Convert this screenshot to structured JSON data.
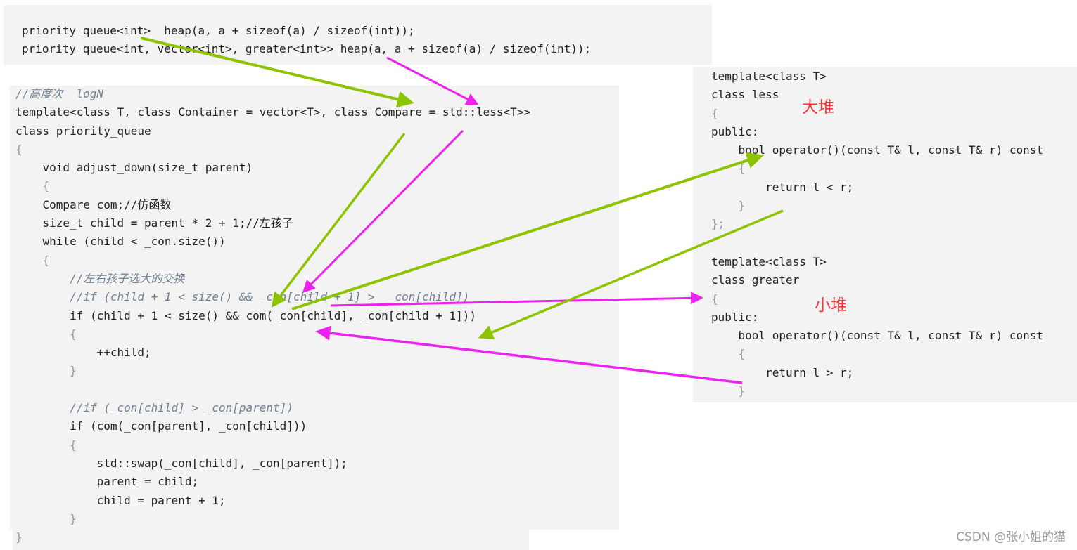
{
  "top_snippet": [
    "priority_queue<int>  heap(a, a + sizeof(a) / sizeof(int));",
    "priority_queue<int, vector<int>, greater<int>> heap(a, a + sizeof(a) / sizeof(int));"
  ],
  "main_code": [
    "//高度次  logN",
    "template<class T, class Container = vector<T>, class Compare = std::less<T>>",
    "class priority_queue",
    "{",
    "    void adjust_down(size_t parent)",
    "    {",
    "    Compare com;//仿函数",
    "    size_t child = parent * 2 + 1;//左孩子",
    "    while (child < _con.size())",
    "    {",
    "        //左右孩子选大的交换",
    "        //if (child + 1 < size() && _con[child + 1] >  _con[child])",
    "        if (child + 1 < size() && com(_con[child], _con[child + 1]))",
    "        {",
    "            ++child;",
    "        }",
    "",
    "        //if (_con[child] > _con[parent])",
    "        if (com(_con[parent], _con[child]))",
    "        {",
    "            std::swap(_con[child], _con[parent]);",
    "            parent = child;",
    "            child = parent + 1;",
    "        }",
    "}"
  ],
  "less_code": [
    "template<class T>",
    "class less",
    "{",
    "public:",
    "    bool operator()(const T& l, const T& r) const",
    "    {",
    "        return l < r;",
    "    }",
    "};"
  ],
  "greater_code": [
    "template<class T>",
    "class greater",
    "{",
    "public:",
    "    bool operator()(const T& l, const T& r) const",
    "    {",
    "        return l > r;",
    "    }"
  ],
  "labels": {
    "big_heap": "大堆",
    "small_heap": "小堆"
  },
  "watermark": "CSDN @张小姐的猫",
  "colors": {
    "green_arrow": "#8cc400",
    "magenta_arrow": "#ee22ee",
    "label_red": "#ff3333"
  }
}
